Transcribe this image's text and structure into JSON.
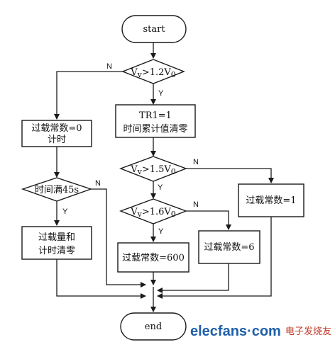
{
  "nodes": {
    "start": "start",
    "dec1_base": "V",
    "dec1_sub": "v",
    "dec1_mid": ">1.2V",
    "dec1_sub2": "0",
    "tr1_line1": "TR1=1",
    "tr1_line2": "时间累计值清零",
    "left1_line1": "过载常数=0",
    "left1_line2": "计时",
    "dec_time": "时间满45s",
    "left2_line1": "过载量和",
    "left2_line2": "计时清零",
    "dec2_base": "V",
    "dec2_sub": "v",
    "dec2_mid": ">1.5V",
    "dec2_sub2": "0",
    "dec3_base": "V",
    "dec3_sub": "v",
    "dec3_mid": ">1.6V",
    "dec3_sub2": "0",
    "box_600": "过载常数=600",
    "box_6": "过载常数=6",
    "box_1": "过载常数=1",
    "end": "end"
  },
  "labels": {
    "n1": "N",
    "y1": "Y",
    "n_time": "N",
    "y_time": "Y",
    "n2": "N",
    "y2": "Y",
    "n3": "N",
    "y3": "Y"
  },
  "watermark": {
    "brand": "elecfans·com",
    "cn": "电子发烧友"
  }
}
